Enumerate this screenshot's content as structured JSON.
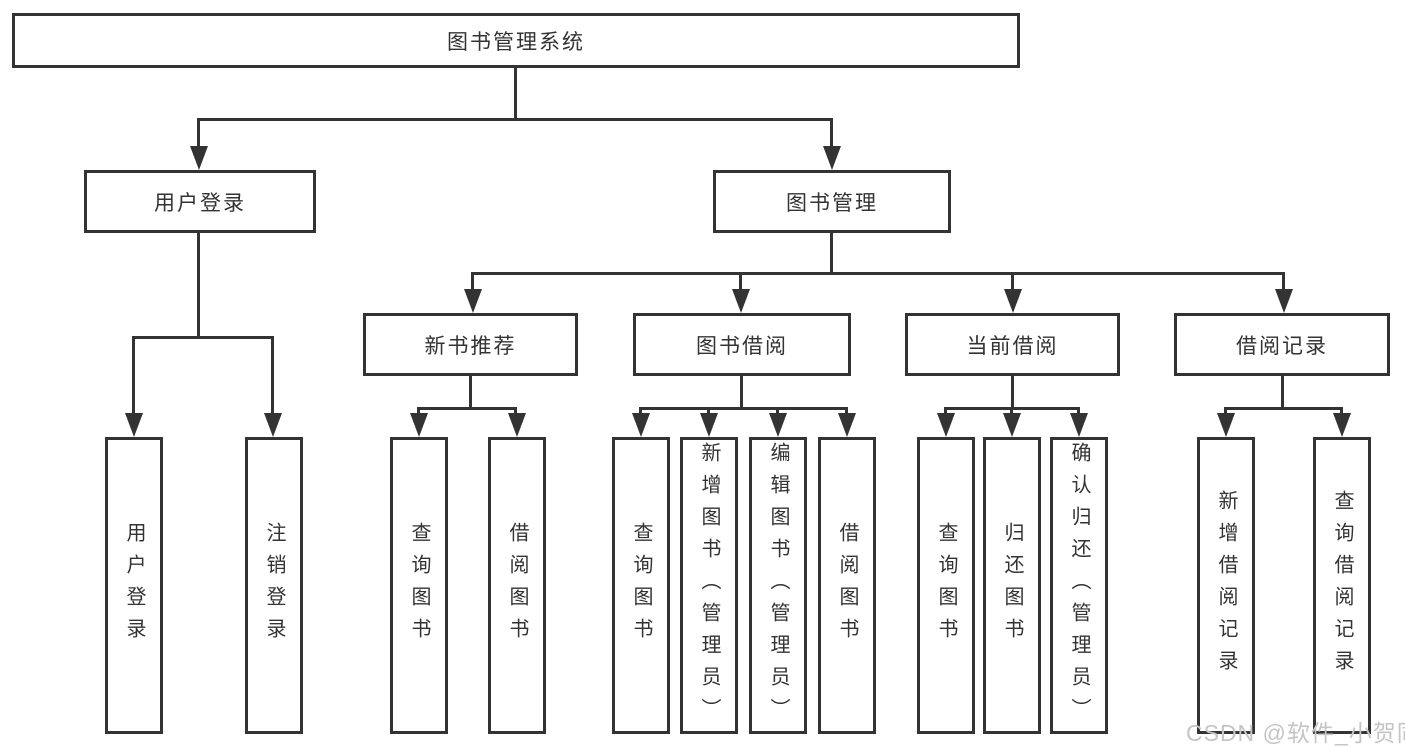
{
  "colors": {
    "background": "#ffffff",
    "line": "#333333",
    "box_fill": "#ffffff",
    "text": "#333333",
    "watermark": "#c5c5c5"
  },
  "nodes": {
    "root": "图书管理系统",
    "user_login": "用户登录",
    "book_mgmt": "图书管理",
    "new_book_rec": "新书推荐",
    "book_borrow": "图书借阅",
    "current_borrow": "当前借阅",
    "borrow_records": "借阅记录",
    "leaf_user_login": "用户登录",
    "leaf_logout": "注销登录",
    "leaf_query_book_rec": "查询图书",
    "leaf_borrow_book_rec": "借阅图书",
    "leaf_query_book_borrow": "查询图书",
    "leaf_add_book": "新增图书（管理员）",
    "leaf_edit_book": "编辑图书（管理员）",
    "leaf_borrow_book_borrow": "借阅图书",
    "leaf_query_book_current": "查询图书",
    "leaf_return_book": "归还图书",
    "leaf_confirm_return": "确认归还（管理员）",
    "leaf_add_borrow_record": "新增借阅记录",
    "leaf_query_borrow_record": "查询借阅记录"
  },
  "watermark": "CSDN @软件_小贺同学"
}
